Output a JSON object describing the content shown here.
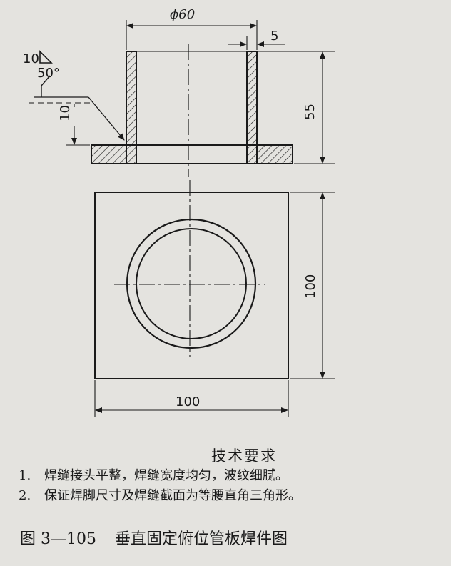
{
  "dimensions": {
    "pipe_diameter": "ϕ60",
    "wall_thickness": "5",
    "pipe_height": "55",
    "weld_depth": "10",
    "plate_height": "100",
    "plate_width": "100"
  },
  "weld_symbol": {
    "leg_size": "10",
    "angle": "50°"
  },
  "requirements": {
    "title": "技术要求",
    "items": [
      {
        "num": "1.",
        "text": "焊缝接头平整，焊缝宽度均匀，波纹细腻。"
      },
      {
        "num": "2.",
        "text": "保证焊脚尺寸及焊缝截面为等腰直角三角形。"
      }
    ]
  },
  "caption": {
    "figure_number": "图 3—105",
    "title": "垂直固定俯位管板焊件图"
  }
}
